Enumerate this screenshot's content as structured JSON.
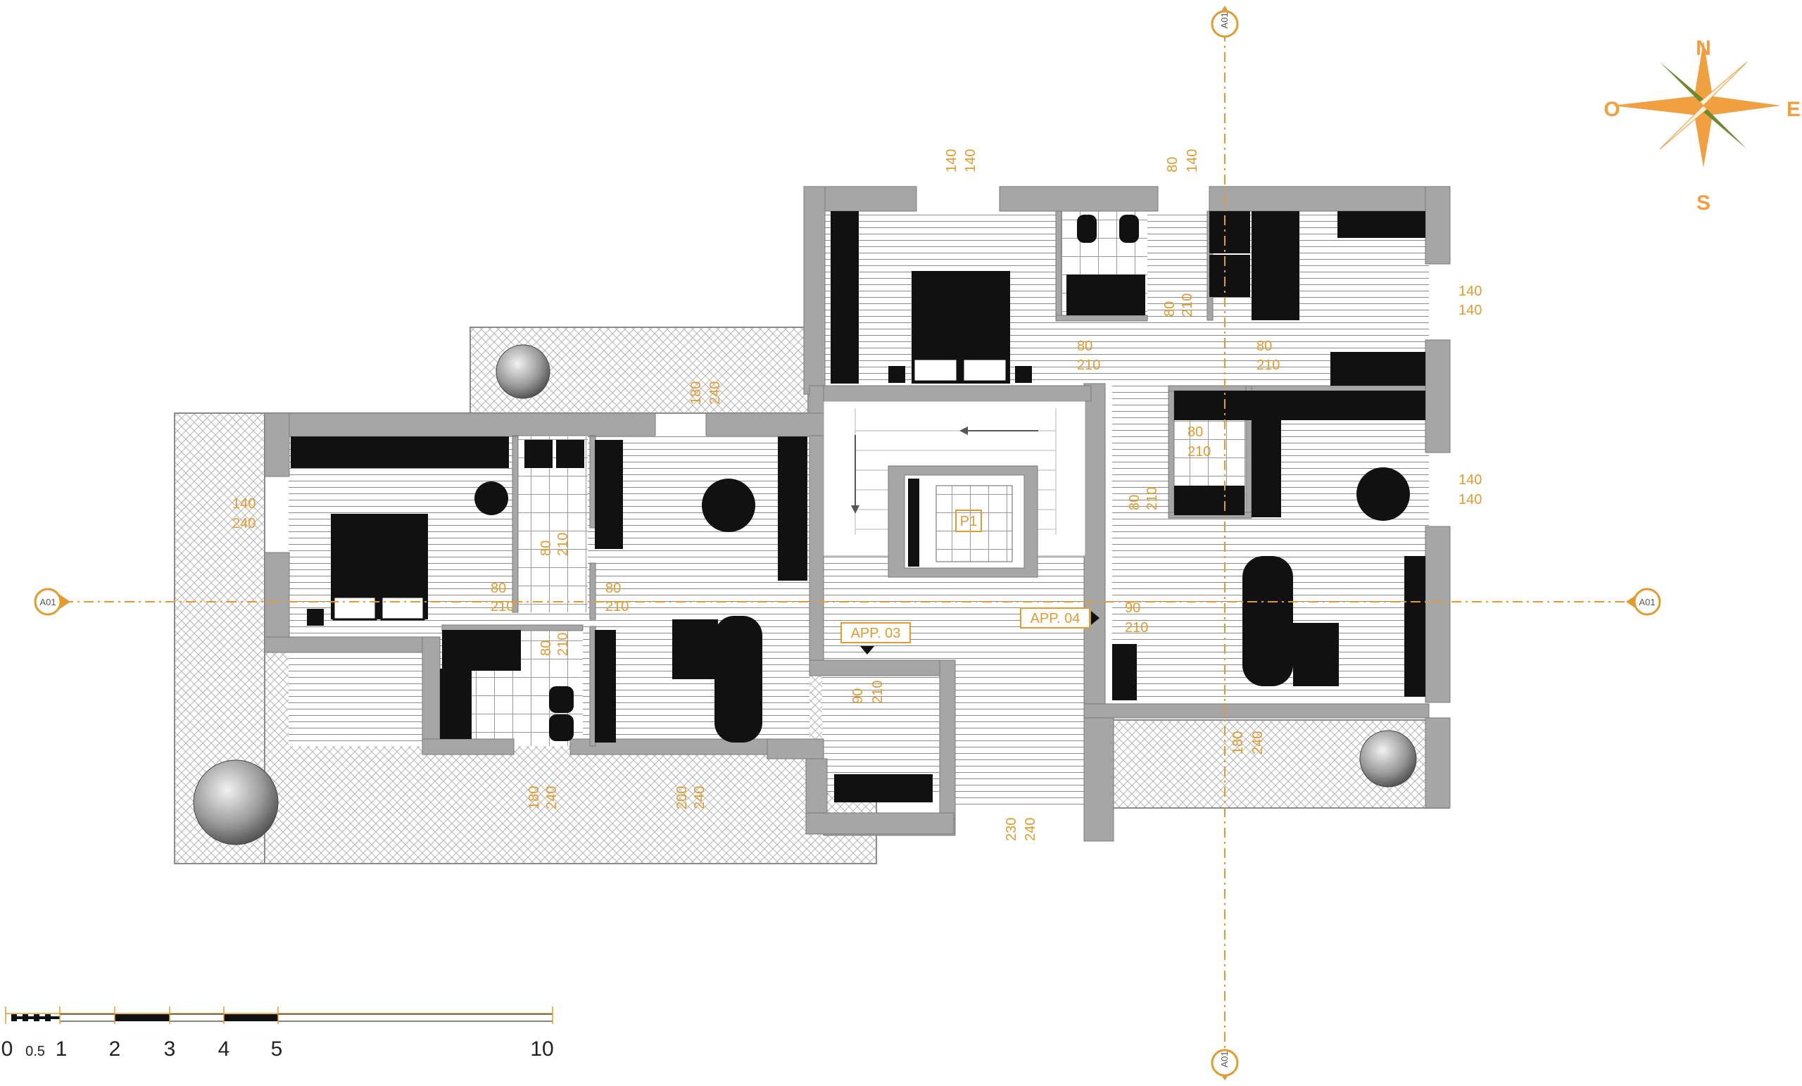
{
  "compass": {
    "north": "N",
    "south": "S",
    "east": "E",
    "west": "O"
  },
  "section_marker": "A01",
  "labels": {
    "app03": "APP. 03",
    "app04": "APP. 04",
    "stair": "P1"
  },
  "dimensions": {
    "d_top_window_a": "140",
    "d_top_window_b": "140",
    "d_top_door_a": "80",
    "d_top_door_b": "140",
    "d_right_win1_a": "140",
    "d_right_win1_b": "140",
    "d_right_win2_a": "140",
    "d_right_win2_b": "140",
    "d_bath_door_a": "80",
    "d_bath_door_b": "210",
    "d_bed_door_a": "80",
    "d_bed_door_b": "210",
    "d_hall_door_a": "80",
    "d_hall_door_b": "210",
    "d_kitchen_door_a": "80",
    "d_kitchen_door_b": "210",
    "d_kitchen_side_a": "80",
    "d_kitchen_side_b": "210",
    "d_left_win_a": "140",
    "d_left_win_b": "240",
    "d_left_top_win_a": "180",
    "d_left_top_win_b": "240",
    "d_left_bed_door_a": "80",
    "d_left_bed_door_b": "210",
    "d_left_hall_door_a": "80",
    "d_left_hall_door_b": "210",
    "d_left_bath_a": "80",
    "d_left_bath_b": "210",
    "d_left_bath2_a": "80",
    "d_left_bath2_b": "210",
    "d_bottom_win1_a": "180",
    "d_bottom_win1_b": "240",
    "d_bottom_win2_a": "200",
    "d_bottom_win2_b": "240",
    "d_app03_door_a": "90",
    "d_app03_door_b": "210",
    "d_app04_door_a": "90",
    "d_app04_door_b": "210",
    "d_entrance_a": "230",
    "d_entrance_b": "240",
    "d_right_bottom_a": "180",
    "d_right_bottom_b": "240"
  },
  "scale": {
    "ticks": [
      "0",
      "0.5",
      "1",
      "2",
      "3",
      "4",
      "5",
      "10"
    ]
  },
  "colors": {
    "wall": "#a6a6a6",
    "furniture": "#111111",
    "dimension": "#e39a2f",
    "axis": "#e39a2f",
    "terrace_hatch": "#b5b5b5",
    "compass_orange": "#f0a040",
    "compass_green": "#6e8a2e"
  }
}
